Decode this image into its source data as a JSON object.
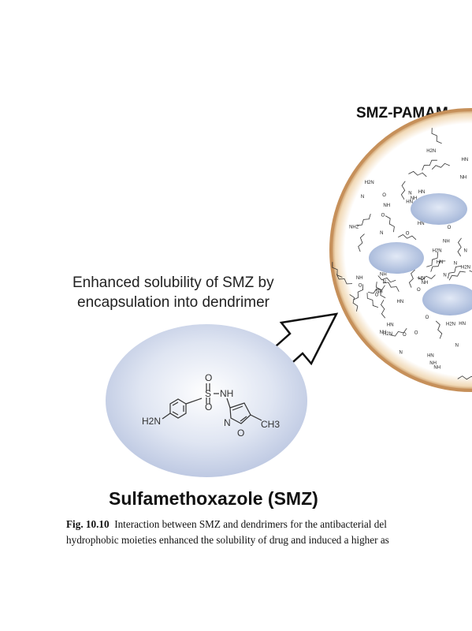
{
  "figure": {
    "top_title": "SMZ-PAMAM c",
    "annotation_line1": "Enhanced solubility of SMZ by",
    "annotation_line2": "encapsulation into dendrimer",
    "molecule_name": "Sulfamethoxazole (SMZ)",
    "structure_labels": {
      "o_top": "O",
      "s": "S",
      "nh": "NH",
      "o_bottom": "O",
      "h2n": "H2N",
      "ring_n": "N",
      "ring_o": "O",
      "ch3": "CH3"
    },
    "dendrimer_labels": [
      "NH",
      "HN",
      "O",
      "HN",
      "H2N",
      "NH",
      "NH",
      "N",
      "O",
      "HN",
      "NH",
      "H2N",
      "HN",
      "N",
      "O",
      "N",
      "NH",
      "H2N",
      "O",
      "HN",
      "N",
      "NH",
      "HN",
      "O",
      "H2N",
      "N",
      "NH",
      "N",
      "O",
      "HN",
      "NH",
      "H2N",
      "NH2",
      "HN",
      "O",
      "N",
      "NH",
      "HN",
      "O",
      "NH",
      "N",
      "O",
      "H2N",
      "HN",
      "NH",
      "O",
      "N"
    ]
  },
  "caption": {
    "label": "Fig. 10.10",
    "line1": "Interaction between SMZ and dendrimers for the antibacterial del",
    "line2": "hydrophobic moieties enhanced the solubility of drug and induced a higher as"
  },
  "colors": {
    "blob_center": "#ffffff",
    "blob_edge": "#b7c3df",
    "dendrimer_rim": "#c9955c",
    "pocket_fill": "#a9bbdc"
  }
}
